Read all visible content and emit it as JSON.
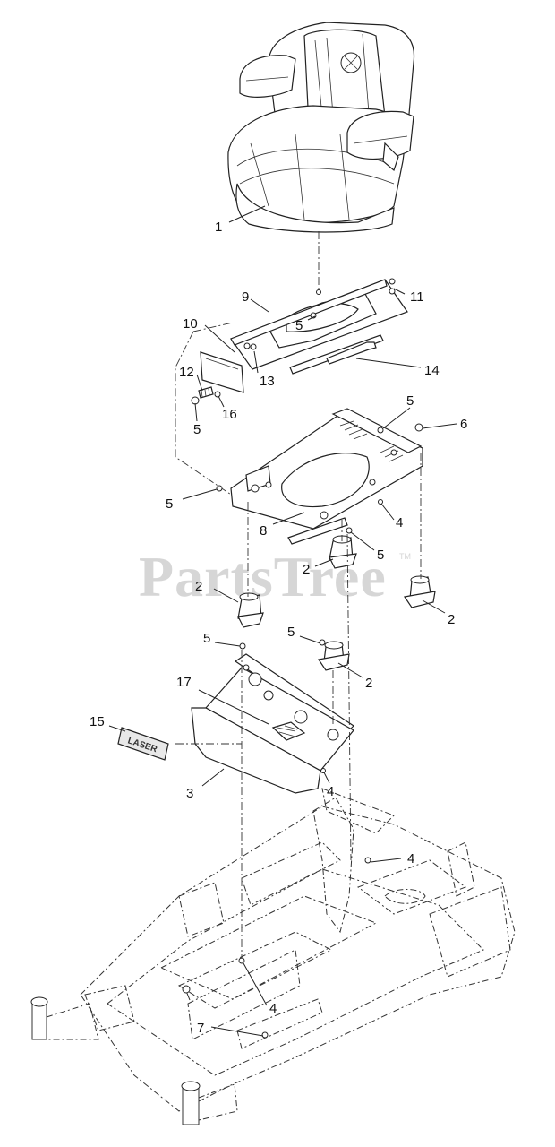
{
  "watermark": {
    "text": "PartsTree",
    "trademark": "TM"
  },
  "decal_text": "LASER",
  "callouts": [
    {
      "id": "c1",
      "text": "1"
    },
    {
      "id": "c9",
      "text": "9"
    },
    {
      "id": "c11",
      "text": "11"
    },
    {
      "id": "c5a",
      "text": "5"
    },
    {
      "id": "c10",
      "text": "10"
    },
    {
      "id": "c13",
      "text": "13"
    },
    {
      "id": "c14",
      "text": "14"
    },
    {
      "id": "c12",
      "text": "12"
    },
    {
      "id": "c16",
      "text": "16"
    },
    {
      "id": "c5b",
      "text": "5"
    },
    {
      "id": "c5c",
      "text": "5"
    },
    {
      "id": "c6",
      "text": "6"
    },
    {
      "id": "c5d",
      "text": "5"
    },
    {
      "id": "c8",
      "text": "8"
    },
    {
      "id": "c4a",
      "text": "4"
    },
    {
      "id": "c2a",
      "text": "2"
    },
    {
      "id": "c5e",
      "text": "5"
    },
    {
      "id": "c2b",
      "text": "2"
    },
    {
      "id": "c2c",
      "text": "2"
    },
    {
      "id": "c5f",
      "text": "5"
    },
    {
      "id": "c5g",
      "text": "5"
    },
    {
      "id": "c2d",
      "text": "2"
    },
    {
      "id": "c17",
      "text": "17"
    },
    {
      "id": "c15",
      "text": "15"
    },
    {
      "id": "c3",
      "text": "3"
    },
    {
      "id": "c4b",
      "text": "4"
    },
    {
      "id": "c4c",
      "text": "4"
    },
    {
      "id": "c4d",
      "text": "4"
    },
    {
      "id": "c7",
      "text": "7"
    }
  ]
}
